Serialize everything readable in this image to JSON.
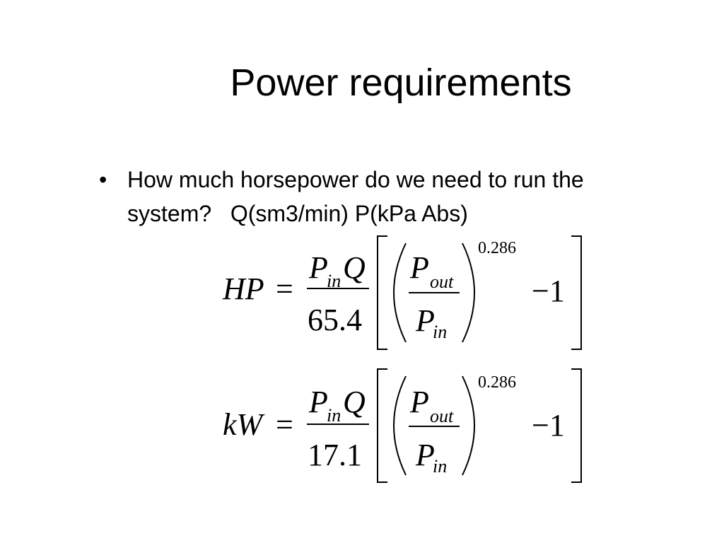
{
  "slide": {
    "title": "Power requirements",
    "bullet": {
      "marker": "•",
      "line1": "How much horsepower do we need to run the",
      "line2": "system?   Q(sm3/min) P(kPa Abs)"
    }
  },
  "equations": [
    {
      "lhs": "HP",
      "equals": "=",
      "numerator_p": "P",
      "numerator_sub": "in",
      "numerator_q": "Q",
      "denominator": "65.4",
      "ratio_num": "P",
      "ratio_num_sub": "out",
      "ratio_den": "P",
      "ratio_den_sub": "in",
      "exponent": "0.286",
      "minus_one": "−1"
    },
    {
      "lhs": "kW",
      "equals": "=",
      "numerator_p": "P",
      "numerator_sub": "in",
      "numerator_q": "Q",
      "denominator": "17.1",
      "ratio_num": "P",
      "ratio_num_sub": "out",
      "ratio_den": "P",
      "ratio_den_sub": "in",
      "exponent": "0.286",
      "minus_one": "−1"
    }
  ]
}
